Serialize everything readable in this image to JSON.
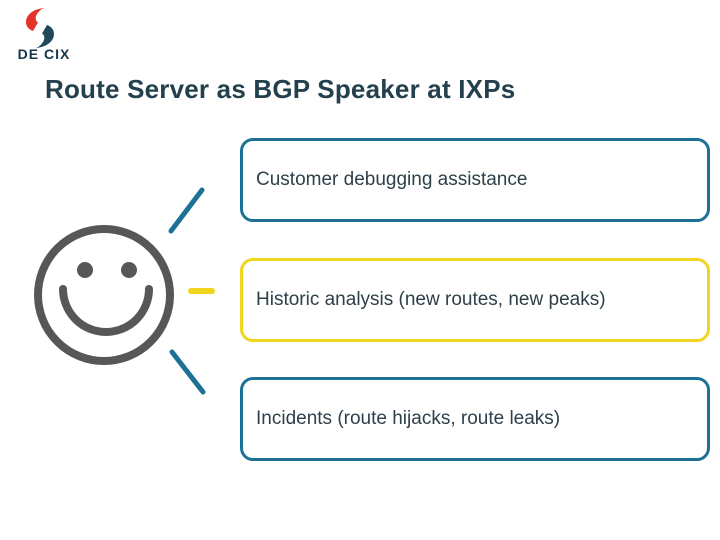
{
  "slide": {
    "background_color": "#FFFFFF",
    "logo": {
      "text": "DE CIX",
      "mark_red": "#E6332A",
      "mark_dark": "#1E4A5A",
      "text_color": "#14374E"
    },
    "title": {
      "text": "Route Server as BGP Speaker at IXPs",
      "color": "#24404E"
    },
    "diagram": {
      "smiley_color": "#575756",
      "connectors": {
        "top_color": "#1E7196",
        "middle_color": "#F0D41E",
        "bottom_color": "#1E7196"
      },
      "text_color": "#2E4049",
      "boxes": [
        {
          "label": "Customer debugging assistance",
          "border_color": "#1E7196"
        },
        {
          "label": "Historic analysis (new routes, new peaks)",
          "border_color": "#F0D41E"
        },
        {
          "label": "Incidents (route hijacks, route leaks)",
          "border_color": "#1E7196"
        }
      ]
    }
  }
}
